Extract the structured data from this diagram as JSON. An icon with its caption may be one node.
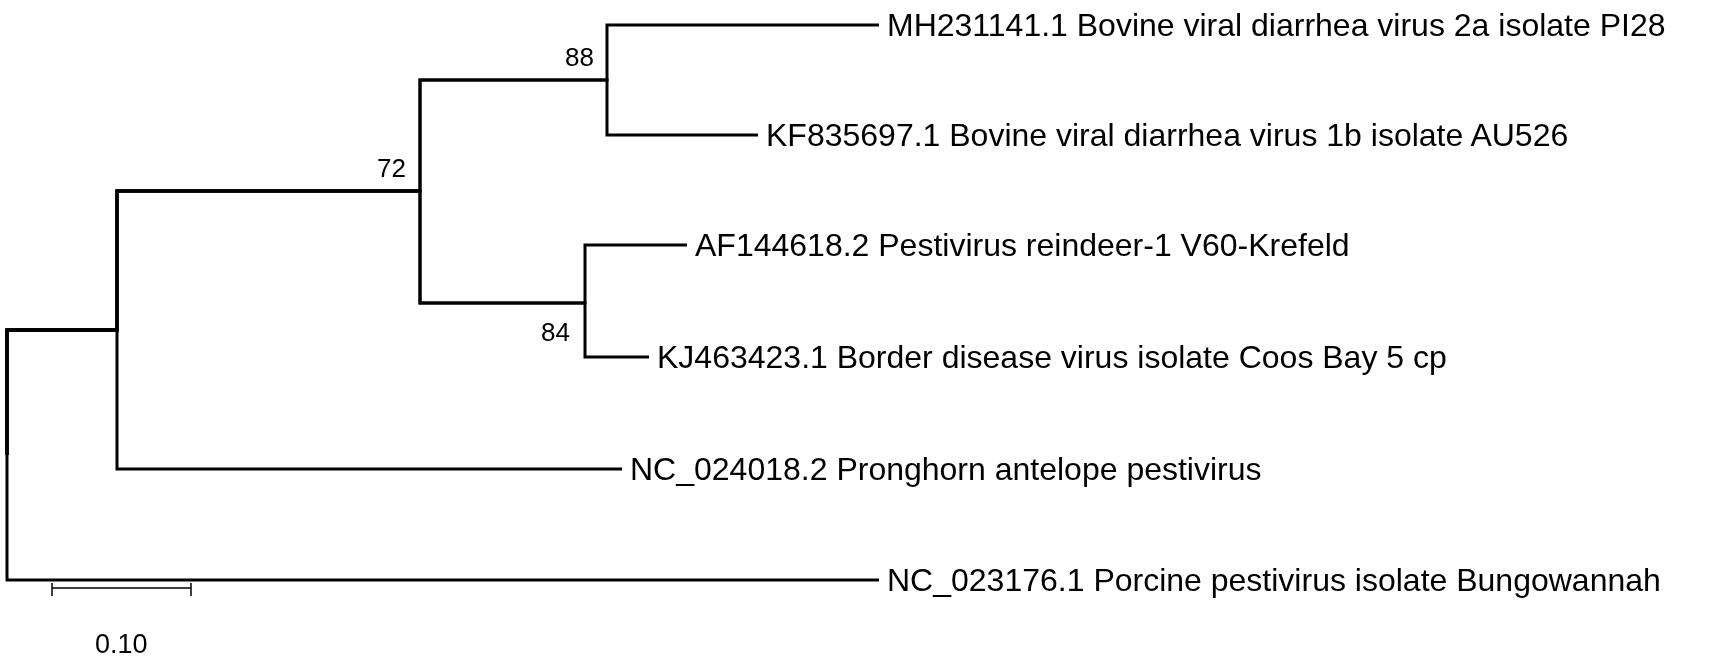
{
  "diagram": {
    "nodes": [
      {
        "text": [
          "MH231141.1 Bovine viral diarrhea virus 2a isolate PI28"
        ]
      },
      {
        "text": [
          "KF835697.1 Bovine viral diarrhea virus 1b isolate AU526"
        ]
      },
      {
        "text": [
          "AF144618.2 Pestivirus reindeer-1 V60-Krefeld"
        ]
      },
      {
        "text": [
          "KJ463423.1 Border disease virus isolate Coos Bay 5 cp"
        ]
      },
      {
        "text": [
          "NC_024018.2 Pronghorn antelope pestivirus"
        ]
      },
      {
        "text": [
          "NC_023176.1 Porcine pestivirus isolate Bungowannah"
        ]
      }
    ],
    "edges": [
      {
        "from": null,
        "to": 0,
        "arrow": "none"
      },
      {
        "from": null,
        "to": 1,
        "arrow": "none"
      },
      {
        "from": null,
        "to": 2,
        "arrow": "none"
      },
      {
        "from": null,
        "to": 3,
        "arrow": "none"
      },
      {
        "from": null,
        "to": 4,
        "arrow": "none"
      },
      {
        "from": null,
        "to": 5,
        "arrow": "none"
      }
    ],
    "labels": [
      "88",
      "72",
      "84",
      "0.10"
    ]
  }
}
